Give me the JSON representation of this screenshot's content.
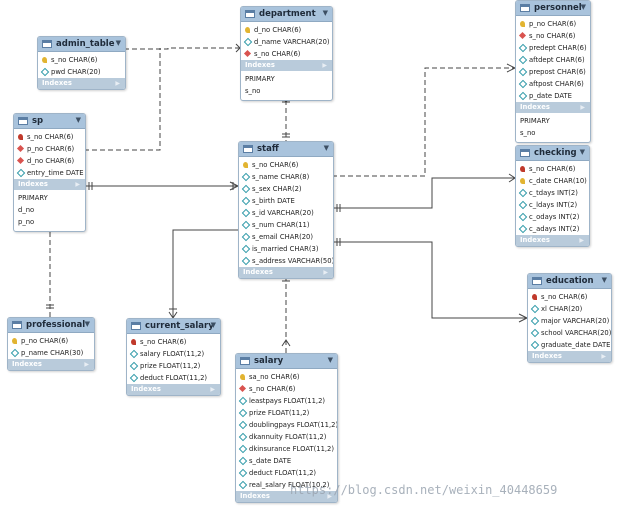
{
  "indexes_label": "Indexes",
  "watermark": "https://blog.csdn.net/weixin_40448659",
  "colors": {
    "header": "#a9c3dc",
    "border": "#9fb4c8",
    "index_bar": "#b9cbdb",
    "line": "#444444"
  },
  "tables": {
    "admin_table": {
      "name": "admin_table",
      "columns": [
        {
          "icon": "pk",
          "text": "s_no CHAR(6)"
        },
        {
          "icon": "col",
          "text": "pwd CHAR(20)"
        }
      ],
      "indexes": []
    },
    "department": {
      "name": "department",
      "columns": [
        {
          "icon": "pk",
          "text": "d_no CHAR(6)"
        },
        {
          "icon": "col",
          "text": "d_name VARCHAR(20)"
        },
        {
          "icon": "fk",
          "text": "s_no CHAR(6)"
        }
      ],
      "indexes": [
        "PRIMARY",
        "s_no"
      ]
    },
    "personnel": {
      "name": "personnel",
      "columns": [
        {
          "icon": "pk",
          "text": "p_no CHAR(6)"
        },
        {
          "icon": "fk",
          "text": "s_no CHAR(6)"
        },
        {
          "icon": "col",
          "text": "predept CHAR(6)"
        },
        {
          "icon": "col",
          "text": "aftdept CHAR(6)"
        },
        {
          "icon": "col",
          "text": "prepost CHAR(6)"
        },
        {
          "icon": "col",
          "text": "aftpost CHAR(6)"
        },
        {
          "icon": "col",
          "text": "p_date DATE"
        }
      ],
      "indexes": [
        "PRIMARY",
        "s_no"
      ]
    },
    "sp": {
      "name": "sp",
      "columns": [
        {
          "icon": "pkfk",
          "text": "s_no CHAR(6)"
        },
        {
          "icon": "fk",
          "text": "p_no CHAR(6)"
        },
        {
          "icon": "fk",
          "text": "d_no CHAR(6)"
        },
        {
          "icon": "col",
          "text": "entry_time DATE"
        }
      ],
      "indexes": [
        "PRIMARY",
        "d_no",
        "p_no"
      ]
    },
    "staff": {
      "name": "staff",
      "columns": [
        {
          "icon": "pk",
          "text": "s_no CHAR(6)"
        },
        {
          "icon": "col",
          "text": "s_name CHAR(8)"
        },
        {
          "icon": "col",
          "text": "s_sex CHAR(2)"
        },
        {
          "icon": "col",
          "text": "s_birth DATE"
        },
        {
          "icon": "col",
          "text": "s_id VARCHAR(20)"
        },
        {
          "icon": "col",
          "text": "s_num CHAR(11)"
        },
        {
          "icon": "col",
          "text": "s_email CHAR(20)"
        },
        {
          "icon": "col",
          "text": "is_married CHAR(3)"
        },
        {
          "icon": "col",
          "text": "s_address VARCHAR(50)"
        }
      ],
      "indexes": []
    },
    "checking": {
      "name": "checking",
      "columns": [
        {
          "icon": "pkfk",
          "text": "s_no CHAR(6)"
        },
        {
          "icon": "pk",
          "text": "c_date CHAR(10)"
        },
        {
          "icon": "col",
          "text": "c_tdays INT(2)"
        },
        {
          "icon": "col",
          "text": "c_ldays INT(2)"
        },
        {
          "icon": "col",
          "text": "c_odays INT(2)"
        },
        {
          "icon": "col",
          "text": "c_adays INT(2)"
        }
      ],
      "indexes": []
    },
    "education": {
      "name": "education",
      "columns": [
        {
          "icon": "pkfk",
          "text": "s_no CHAR(6)"
        },
        {
          "icon": "col",
          "text": "xl CHAR(20)"
        },
        {
          "icon": "col",
          "text": "major VARCHAR(20)"
        },
        {
          "icon": "col",
          "text": "school VARCHAR(20)"
        },
        {
          "icon": "col",
          "text": "graduate_date DATE"
        }
      ],
      "indexes": []
    },
    "professional": {
      "name": "professional",
      "columns": [
        {
          "icon": "pk",
          "text": "p_no CHAR(6)"
        },
        {
          "icon": "col",
          "text": "p_name CHAR(30)"
        }
      ],
      "indexes": []
    },
    "current_salary": {
      "name": "current_salary",
      "columns": [
        {
          "icon": "pkfk",
          "text": "s_no CHAR(6)"
        },
        {
          "icon": "col",
          "text": "salary FLOAT(11,2)"
        },
        {
          "icon": "col",
          "text": "prize FLOAT(11,2)"
        },
        {
          "icon": "col",
          "text": "deduct FLOAT(11,2)"
        }
      ],
      "indexes": []
    },
    "salary": {
      "name": "salary",
      "columns": [
        {
          "icon": "pk",
          "text": "sa_no CHAR(6)"
        },
        {
          "icon": "fk",
          "text": "s_no CHAR(6)"
        },
        {
          "icon": "col",
          "text": "leastpays FLOAT(11,2)"
        },
        {
          "icon": "col",
          "text": "prize FLOAT(11,2)"
        },
        {
          "icon": "col",
          "text": "doublingpays FLOAT(11,2)"
        },
        {
          "icon": "col",
          "text": "dkannuity FLOAT(11,2)"
        },
        {
          "icon": "col",
          "text": "dkinsurance FLOAT(11,2)"
        },
        {
          "icon": "col",
          "text": "s_date DATE"
        },
        {
          "icon": "col",
          "text": "deduct FLOAT(11,2)"
        },
        {
          "icon": "col",
          "text": "real_salary FLOAT(10,2)"
        }
      ],
      "indexes": []
    }
  }
}
